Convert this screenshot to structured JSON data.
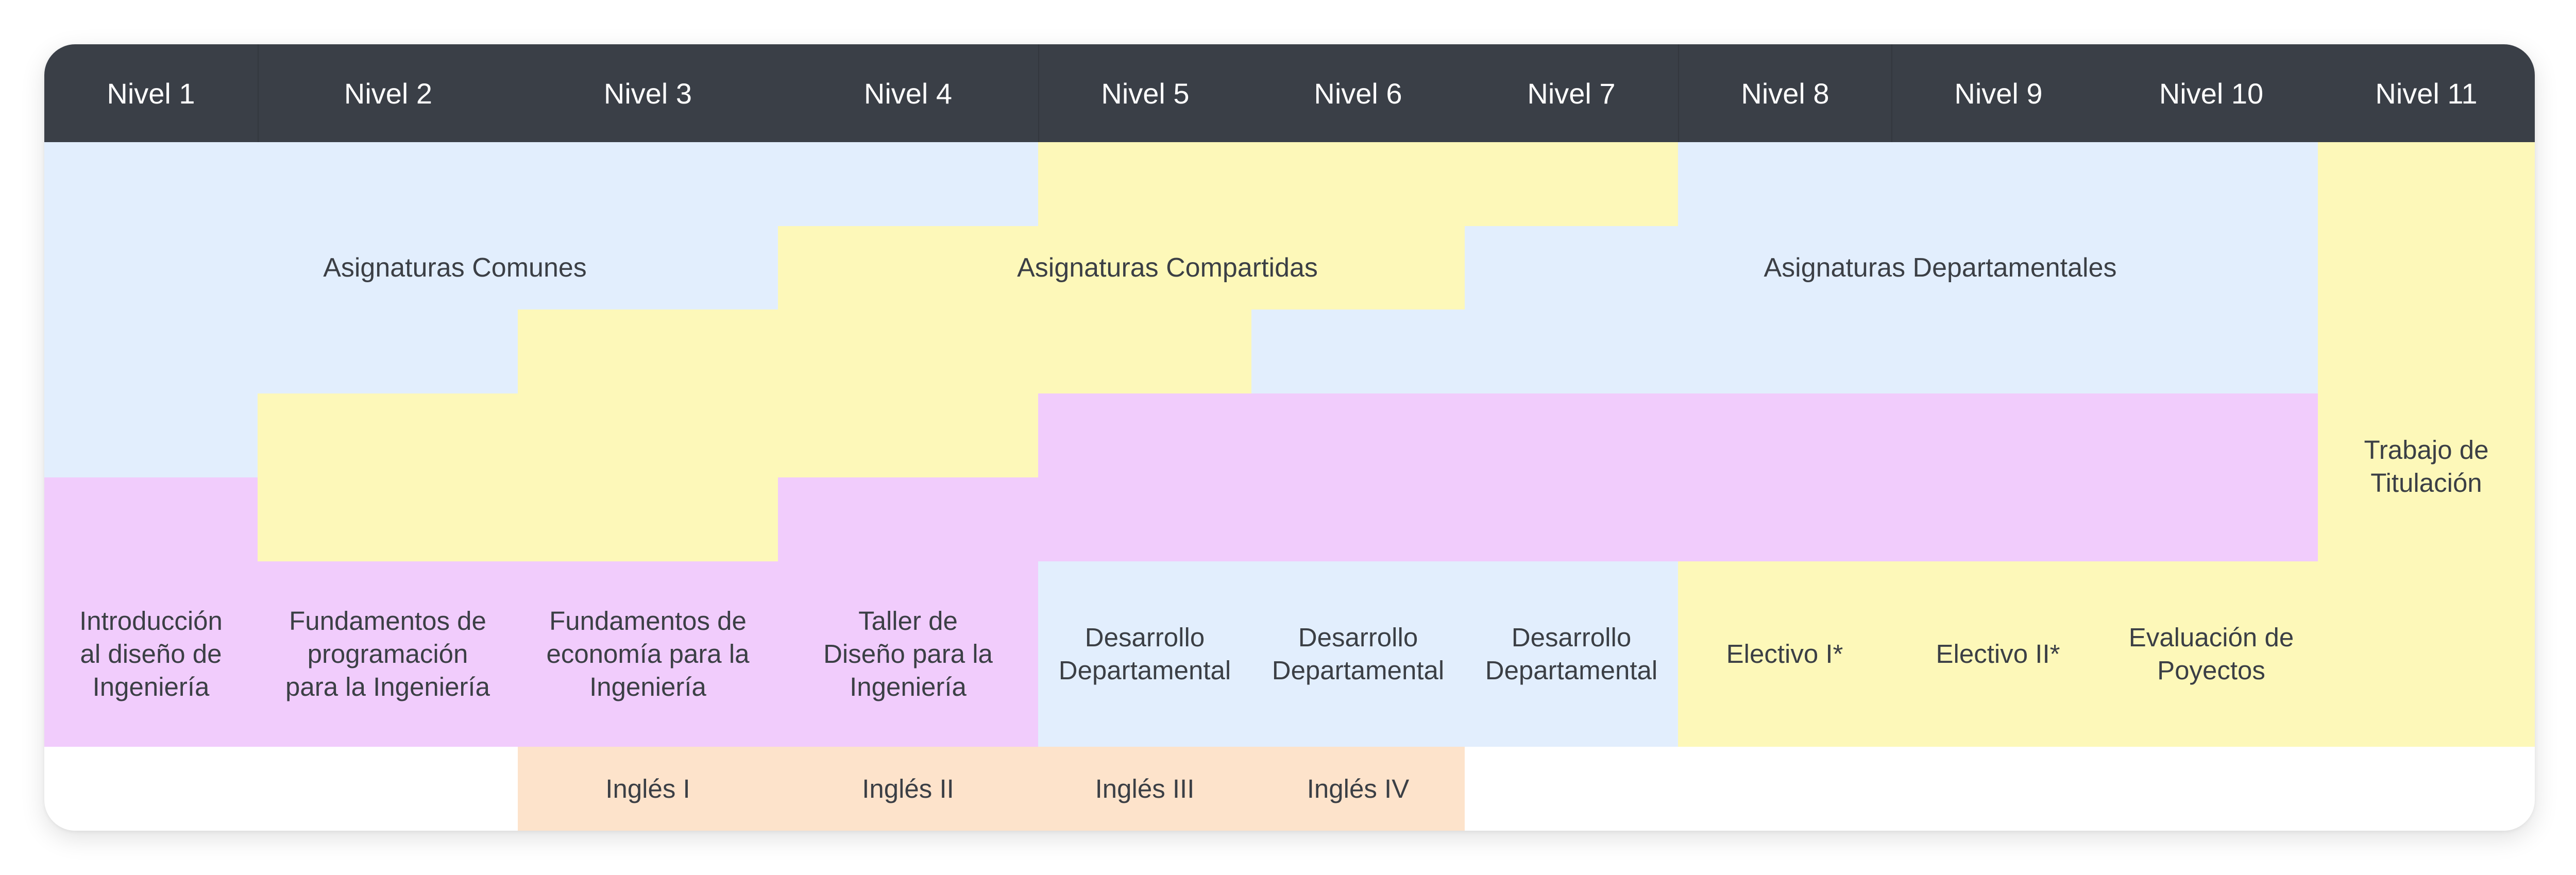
{
  "colors": {
    "header": "#3a3f47",
    "blue": "#e2eefd",
    "yellow": "#fdf8b9",
    "pink": "#f1ccfc",
    "peach": "#fde3cb",
    "text": "#3b3f45"
  },
  "levels": [
    "Nivel 1",
    "Nivel 2",
    "Nivel 3",
    "Nivel 4",
    "Nivel 5",
    "Nivel 6",
    "Nivel 7",
    "Nivel 8",
    "Nivel 9",
    "Nivel 10",
    "Nivel 11"
  ],
  "categories": {
    "comunes": "Asignaturas Comunes",
    "compartidas": "Asignaturas Compartidas",
    "departamentales": "Asignaturas Departamentales"
  },
  "capstone": "Trabajo de\nTitulación",
  "courses": [
    "Introducción\nal diseño de\nIngeniería",
    "Fundamentos de\nprogramación\npara la Ingeniería",
    "Fundamentos de\neconomía para la\nIngeniería",
    "Taller de\nDiseño para la\nIngeniería",
    "Desarrollo\nDepartamental",
    "Desarrollo\nDepartamental",
    "Desarrollo\nDepartamental",
    "Electivo I*",
    "Electivo II*",
    "Evaluación de\nPoyectos"
  ],
  "english": [
    "Inglés I",
    "Inglés II",
    "Inglés III",
    "Inglés IV"
  ]
}
